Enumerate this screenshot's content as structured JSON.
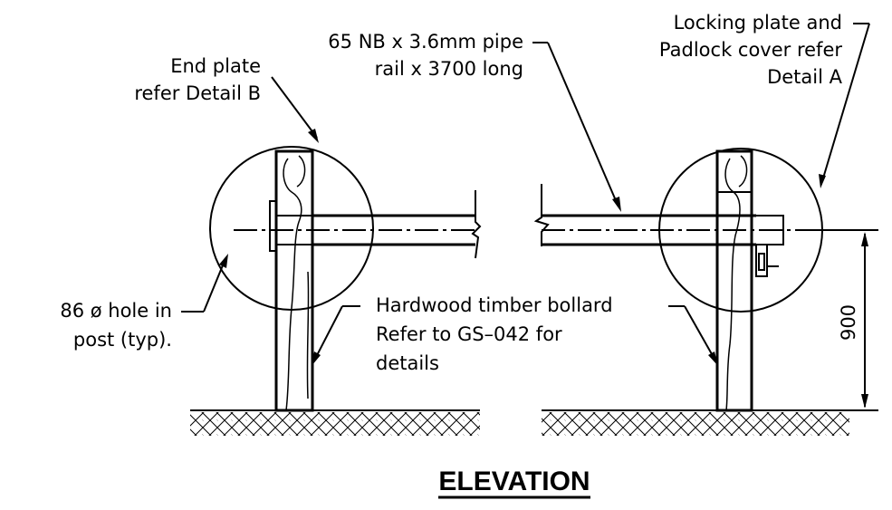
{
  "title": "ELEVATION",
  "labels": {
    "end_plate": [
      "End plate",
      "refer Detail B"
    ],
    "pipe_rail": [
      "65 NB x 3.6mm pipe",
      "rail x 3700 long"
    ],
    "locking_plate": [
      "Locking plate and",
      "Padlock cover refer",
      "Detail A"
    ],
    "hole": [
      "86 ø hole in",
      "post (typ)."
    ],
    "bollard": [
      "Hardwood timber bollard",
      "Refer to GS–042 for",
      "details"
    ]
  },
  "dimension": {
    "value": "900"
  },
  "icons": [
    "ground-hatch",
    "detail-circle",
    "leader-arrow"
  ]
}
